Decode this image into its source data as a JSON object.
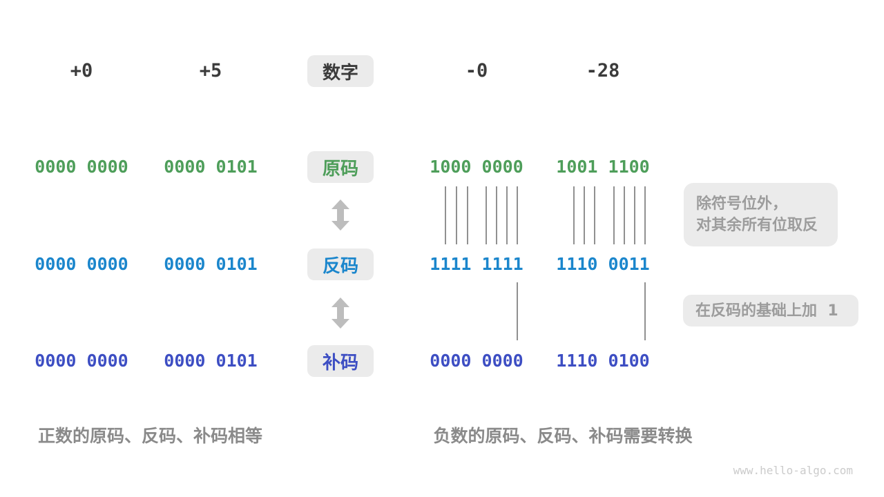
{
  "colors": {
    "ink": "#3b3b3b",
    "green": "#4e9e5a",
    "blue": "#1b86cc",
    "indigo": "#3d4ec3",
    "box_bg": "#ebebeb",
    "gray_text": "#9c9c9c",
    "caption": "#8a8a8a",
    "arrow": "#bdbdbd",
    "line": "#909090",
    "watermark": "#cbcbcb"
  },
  "header": {
    "label": "数字",
    "columns": [
      "+0",
      "+5",
      "-0",
      "-28"
    ]
  },
  "rows": [
    {
      "label": "原码",
      "values": [
        "0000 0000",
        "0000 0101",
        "1000 0000",
        "1001 1100"
      ]
    },
    {
      "label": "反码",
      "values": [
        "0000 0000",
        "0000 0101",
        "1111 1111",
        "1110 0011"
      ]
    },
    {
      "label": "补码",
      "values": [
        "0000 0000",
        "0000 0101",
        "0000 0000",
        "1110 0100"
      ]
    }
  ],
  "annotations": {
    "invert_line1": "除符号位外，",
    "invert_line2": "对其余所有位取反",
    "add_one": "在反码的基础上加  1"
  },
  "captions": {
    "positive": "正数的原码、反码、补码相等",
    "negative": "负数的原码、反码、补码需要转换"
  },
  "watermark": "www.hello-algo.com"
}
